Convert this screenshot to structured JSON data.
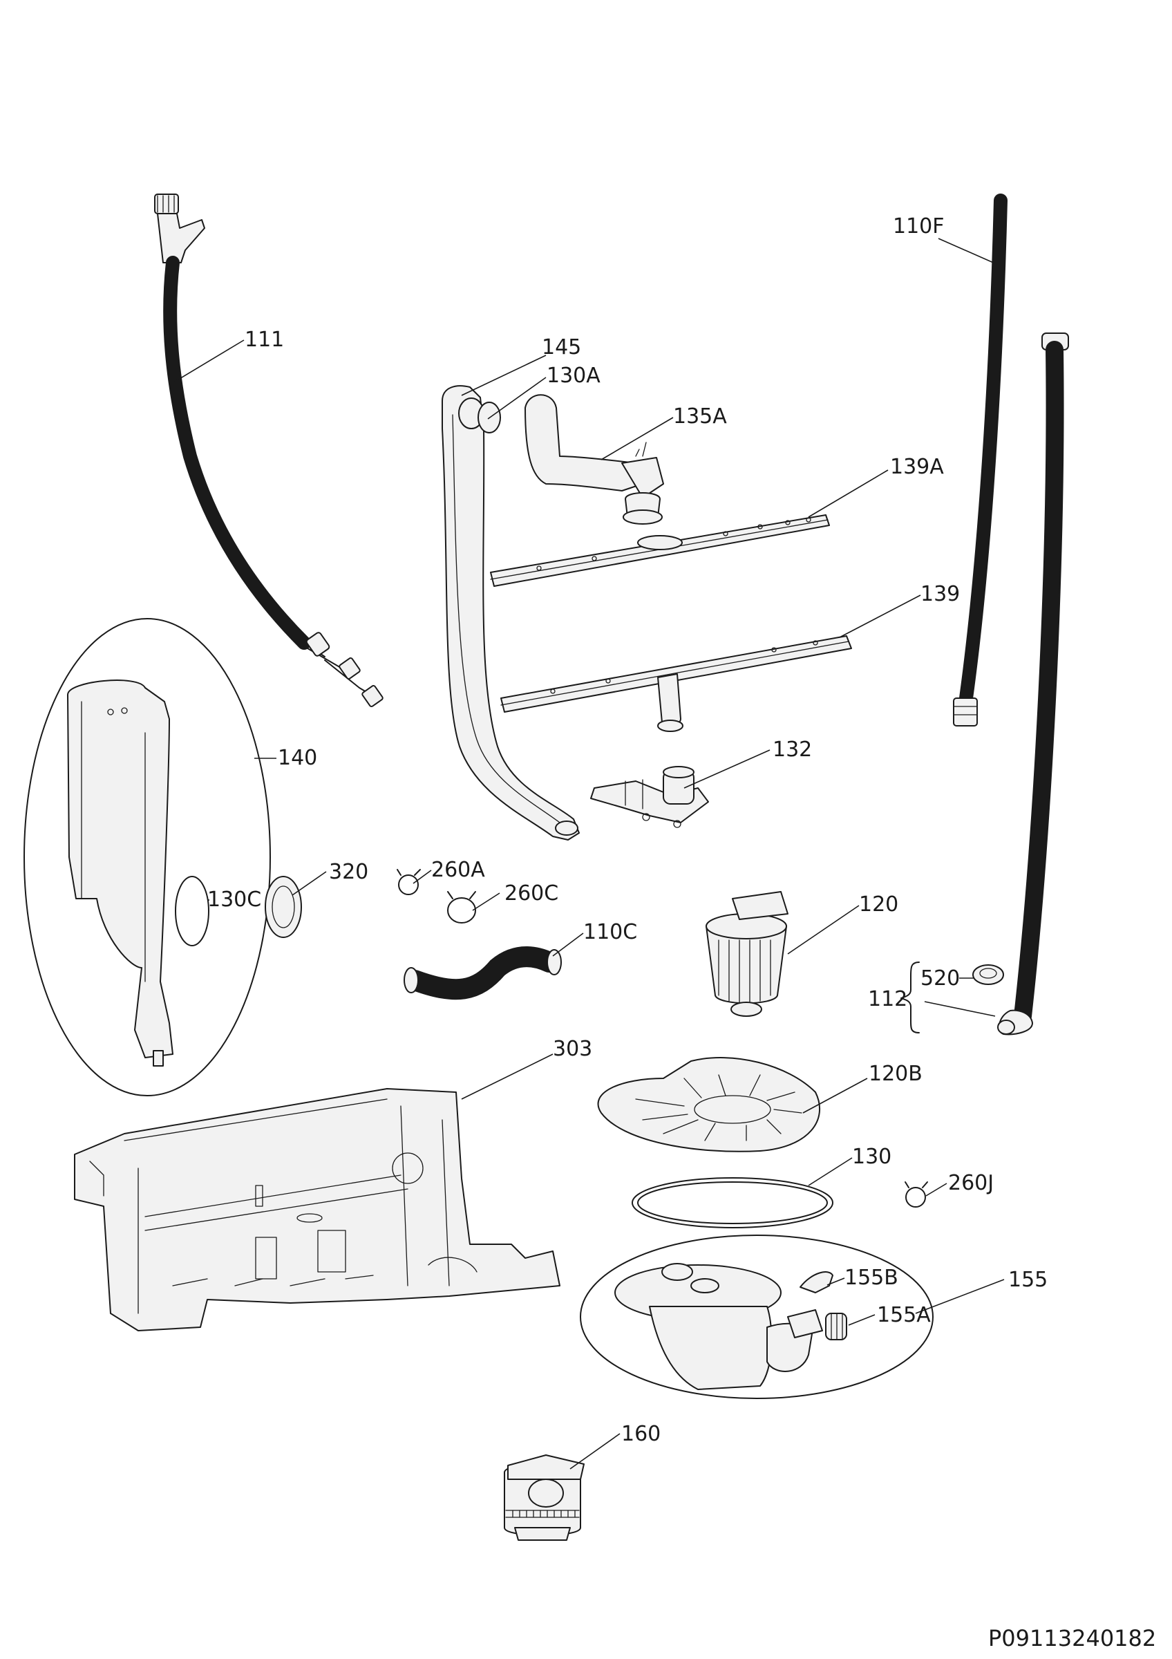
{
  "diagram": {
    "parts": [
      {
        "id": "p111",
        "label": "111"
      },
      {
        "id": "p145",
        "label": "145"
      },
      {
        "id": "p130A",
        "label": "130A"
      },
      {
        "id": "p135A",
        "label": "135A"
      },
      {
        "id": "p139A",
        "label": "139A"
      },
      {
        "id": "p110F",
        "label": "110F"
      },
      {
        "id": "p139",
        "label": "139"
      },
      {
        "id": "p140",
        "label": "140"
      },
      {
        "id": "p132",
        "label": "132"
      },
      {
        "id": "p320",
        "label": "320"
      },
      {
        "id": "p260A",
        "label": "260A"
      },
      {
        "id": "p130C",
        "label": "130C"
      },
      {
        "id": "p260C",
        "label": "260C"
      },
      {
        "id": "p120",
        "label": "120"
      },
      {
        "id": "p110C",
        "label": "110C"
      },
      {
        "id": "p520",
        "label": "520"
      },
      {
        "id": "p112",
        "label": "112"
      },
      {
        "id": "p303",
        "label": "303"
      },
      {
        "id": "p120B",
        "label": "120B"
      },
      {
        "id": "p130",
        "label": "130"
      },
      {
        "id": "p260J",
        "label": "260J"
      },
      {
        "id": "p155B",
        "label": "155B"
      },
      {
        "id": "p155",
        "label": "155"
      },
      {
        "id": "p155A",
        "label": "155A"
      },
      {
        "id": "p160",
        "label": "160"
      }
    ],
    "document_id": "P09113240182"
  }
}
